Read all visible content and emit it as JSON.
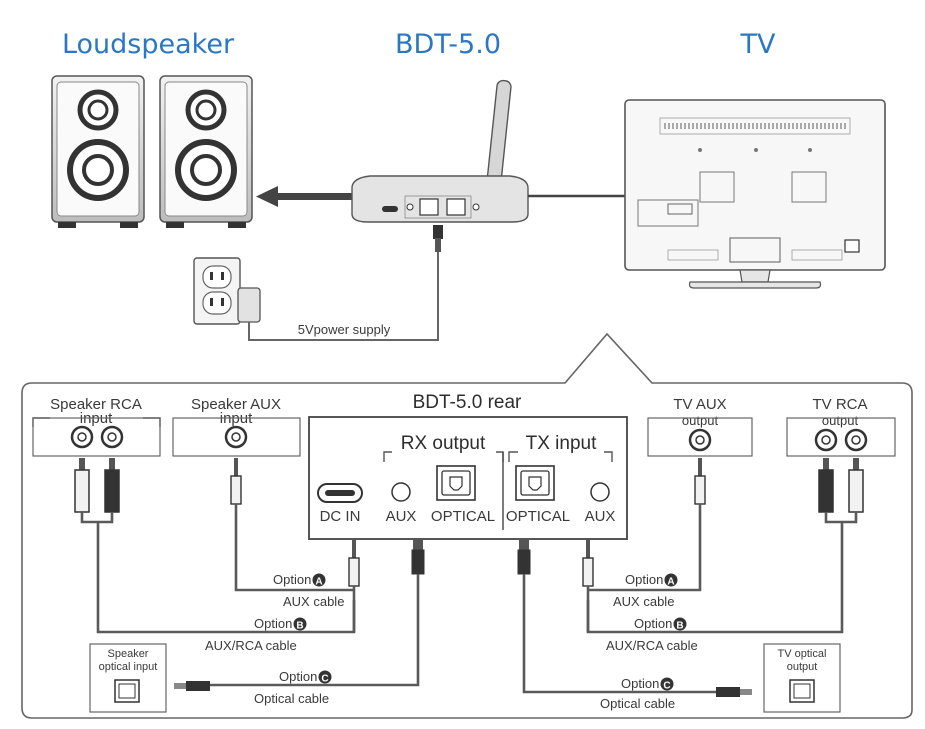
{
  "titles": {
    "loudspeaker": "Loudspeaker",
    "bdt": "BDT-5.0",
    "tv": "TV"
  },
  "power": {
    "label": "5Vpower supply"
  },
  "rear_panel": {
    "title": "BDT-5.0 rear",
    "dc_in": "DC IN",
    "rx_group": "RX output",
    "tx_group": "TX input",
    "rx_aux": "AUX",
    "rx_optical": "OPTICAL",
    "tx_optical": "OPTICAL",
    "tx_aux": "AUX"
  },
  "speaker_rca": {
    "line1": "Speaker RCA",
    "line2": "input"
  },
  "speaker_aux": {
    "line1": "Speaker AUX",
    "line2": "input"
  },
  "tv_aux": {
    "line1": "TV AUX",
    "line2": "output"
  },
  "tv_rca": {
    "line1": "TV RCA",
    "line2": "output"
  },
  "speaker_optical": {
    "line1": "Speaker",
    "line2": "optical input"
  },
  "tv_optical": {
    "line1": "TV optical",
    "line2": "output"
  },
  "options": {
    "left_a": {
      "label": "Option",
      "badge": "A",
      "cable": "AUX cable"
    },
    "left_b": {
      "label": "Option",
      "badge": "B",
      "cable": "AUX/RCA cable"
    },
    "left_c": {
      "label": "Option",
      "badge": "C",
      "cable": "Optical cable"
    },
    "right_a": {
      "label": "Option",
      "badge": "A",
      "cable": "AUX cable"
    },
    "right_b": {
      "label": "Option",
      "badge": "B",
      "cable": "AUX/RCA cable"
    },
    "right_c": {
      "label": "Option",
      "badge": "C",
      "cable": "Optical cable"
    }
  },
  "colors": {
    "title": "#2a78c4",
    "line": "#555555",
    "badge": "#333333"
  }
}
